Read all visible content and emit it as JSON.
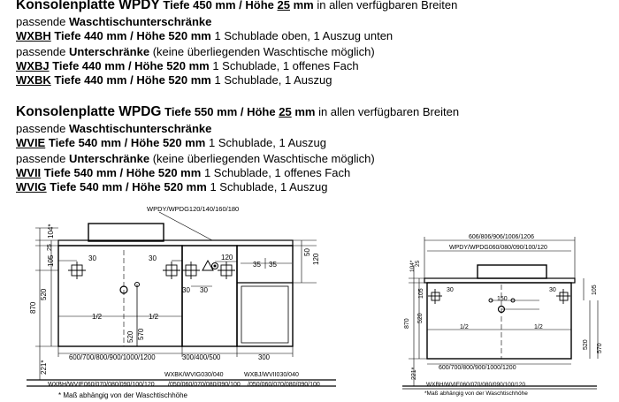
{
  "wpdy": {
    "heading_name": "Konsolenplatte WPDY",
    "heading_depth": "Tiefe 450 mm / Höhe",
    "heading_height_value": "25",
    "heading_unit": "mm",
    "heading_suffix": "in allen verfügbaren Breiten",
    "suitable_prefix": "passende",
    "suitable_vanity": "Waschtischunterschränke",
    "items_a": [
      {
        "code": "WXBH",
        "spec": "Tiefe 440 mm / Höhe 520 mm",
        "desc": "1 Schublade oben, 1 Auszug unten"
      }
    ],
    "under_prefix": "passende",
    "under_bold": "Unterschränke",
    "under_note": "(keine überliegenden Waschtische möglich)",
    "items_b": [
      {
        "code": "WXBJ",
        "spec": "Tiefe 440 mm / Höhe 520 mm",
        "desc": "1 Schublade, 1 offenes Fach"
      },
      {
        "code": "WXBK",
        "spec": "Tiefe 440 mm / Höhe 520 mm",
        "desc": "1 Schublade, 1 Auszug"
      }
    ]
  },
  "wpdg": {
    "heading_name": "Konsolenplatte WPDG",
    "heading_depth": "Tiefe 550 mm / Höhe",
    "heading_height_value": "25",
    "heading_unit": "mm",
    "heading_suffix": "in allen verfügbaren Breiten",
    "suitable_prefix": "passende",
    "suitable_vanity": "Waschtischunterschränke",
    "items_a": [
      {
        "code": "WVIE",
        "spec": "Tiefe 540 mm / Höhe 520 mm",
        "desc": "1 Schublade, 1 Auszug"
      }
    ],
    "under_prefix": "passende",
    "under_bold": "Unterschränke",
    "under_note": "(keine überliegenden Waschtische möglich)",
    "items_b": [
      {
        "code": "WVII",
        "spec": "Tiefe 540 mm / Höhe 520 mm",
        "desc": "1 Schublade, 1 offenes Fach"
      },
      {
        "code": "WVIG",
        "spec": "Tiefe 540 mm / Höhe 520 mm",
        "desc": "1 Schublade, 1 Auszug"
      }
    ]
  },
  "drawing_left": {
    "top_label": "WPDY/WPDG120/140/160/180",
    "dim_25": "25",
    "dim_104": "104*",
    "dim_105": "105",
    "dim_520": "520",
    "dim_870": "870",
    "dim_221": "221*",
    "dim_30_a": "30",
    "dim_30_b": "30",
    "dim_30_c": "30",
    "dim_30_d": "30",
    "dim_120_h": "120",
    "dim_35_a": "35",
    "dim_35_b": "35",
    "dim_50": "50",
    "dim_120_v": "120",
    "half_a": "1/2",
    "half_b": "1/2",
    "dim_520_low": "520",
    "dim_570_low": "570",
    "width_main": "600/700/800/900/1000/1200",
    "width_mid": "300/400/500",
    "width_right": "300",
    "codes_mid": "WXBK/WVIG030/040",
    "codes_right": "WXBJ/WVII030/040",
    "codes_left_row": "WXBH/WVIE060/070/080/090/100/120",
    "codes_mid_row": "/050/060/070/080/090/100",
    "codes_right_row": "/050/060/070/080/090/100",
    "footnote": "* Maß abhängig von der Waschtischhöhe"
  },
  "drawing_right": {
    "top_label_1": "606/806/906/1006/1206",
    "top_label_2": "WPDY/WPDG060/080/090/100/120",
    "dim_25": "25",
    "dim_104": "104*",
    "dim_105_l": "105",
    "dim_105_r": "105",
    "dim_520": "520",
    "dim_870": "870",
    "dim_221": "221*",
    "dim_30_l": "30",
    "dim_30_r": "30",
    "dim_150": "150",
    "half_a": "1/2",
    "half_b": "1/2",
    "dim_520_r": "520",
    "dim_570_r": "570",
    "width_row": "600/700/800/900/1000/1200",
    "codes_row": "WXBH/WVIE060/070/080/090/100/120",
    "footnote": "*Maß abhängig von der Waschtischhöhe"
  }
}
